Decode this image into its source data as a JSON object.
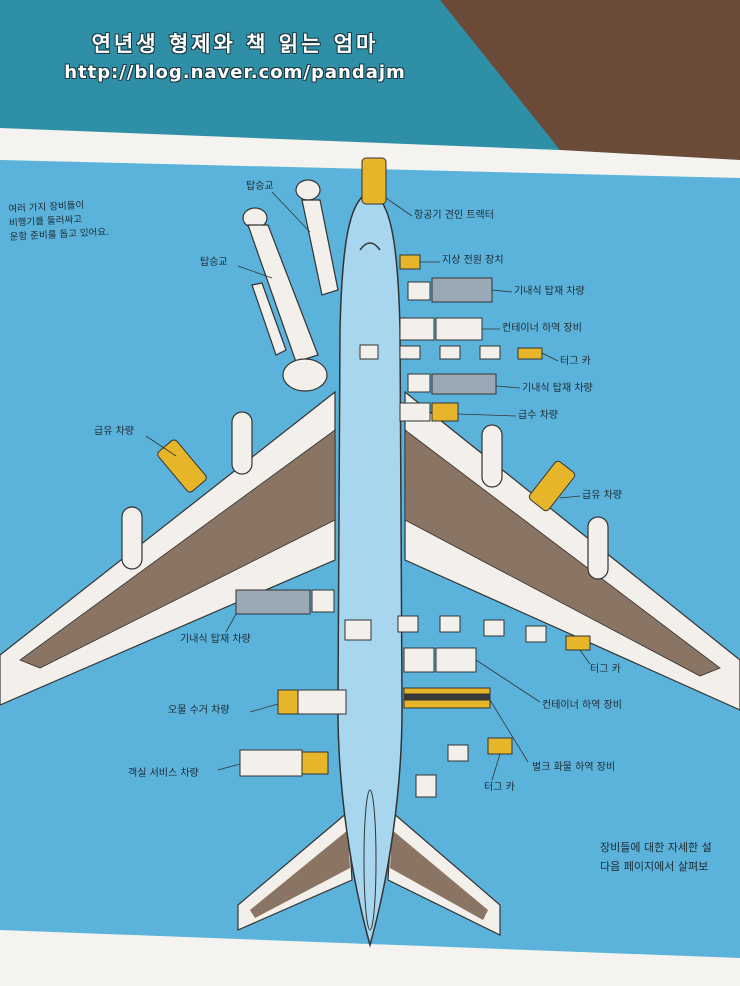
{
  "watermark": {
    "title": "연년생 형제와 책 읽는 엄마",
    "url": "http://blog.naver.com/pandajm"
  },
  "page": {
    "intro_lines": [
      "여러 가지 장비들이",
      "비행기를 둘러싸고",
      "운항 준비를 돕고 있어요."
    ],
    "outro_lines": [
      "장비들에 대한 자세한 설",
      "다음 페이지에서 살펴보"
    ]
  },
  "labels": {
    "boarding_bridge_1": "탑승교",
    "boarding_bridge_2": "탑승교",
    "tow_tractor": "항공기 견인 트랙터",
    "ground_power_unit": "지상 전원 장치",
    "catering_truck_1": "기내식 탑재 차량",
    "container_loader_1": "컨테이너 하역 장비",
    "tug_car_1": "터그 카",
    "catering_truck_2": "기내식 탑재 차량",
    "water_truck": "급수 차량",
    "fuel_truck_left": "급유 차량",
    "fuel_truck_right": "급유 차량",
    "catering_truck_3": "기내식 탑재 차량",
    "tug_car_2": "터그 카",
    "waste_truck": "오물 수거 차량",
    "container_loader_2": "컨테이너 하역 장비",
    "cabin_service_truck": "객실 서비스 차량",
    "bulk_cargo_loader": "벌크 화물 하역 장비",
    "tug_car_3": "터그 카"
  },
  "colors": {
    "sky_blue": "#5bb3dc",
    "fuselage": "#a7d6ee",
    "wing_brown": "#8a7463",
    "vehicle_yellow": "#e7b52a",
    "vehicle_white": "#f3efea",
    "background_teal": "#2f8fa6",
    "table_wood": "#6b4a38"
  }
}
